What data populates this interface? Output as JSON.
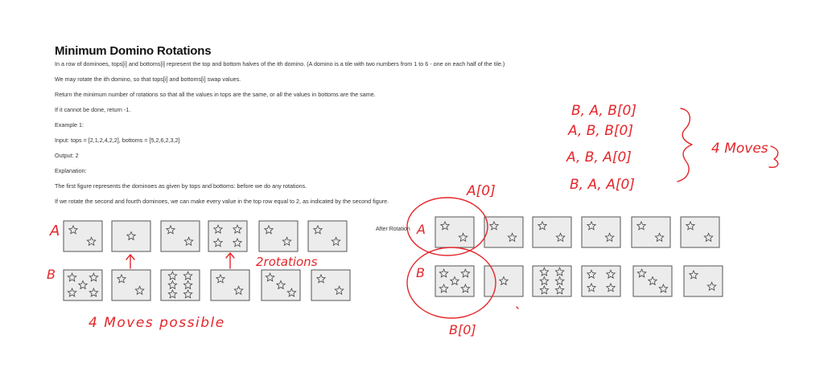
{
  "problem": {
    "title": "Minimum Domino Rotations",
    "para1": "In a row of dominoes, tops[i] and bottoms[i] represent the top and bottom halves of the ith domino. (A domino is a tile with two numbers from 1 to 6 - one on each half of the tile.)",
    "para2": "We may rotate the ith domino, so that tops[i] and bottoms[i] swap values.",
    "para3": "Return the minimum number of rotations so that all the values in tops are the same, or all the values in bottoms are the same.",
    "para4": "If it cannot be done, return -1.",
    "example_heading": "Example 1:",
    "input": "Input: tops = [2,1,2,4,2,2], bottoms = [5,2,6,2,3,2]",
    "output": "Output: 2",
    "explanation_heading": "Explanation:",
    "explanation1": "The first figure represents the dominoes as given by tops and bottoms: before we do any rotations.",
    "explanation2": "If we rotate the second and fourth dominoes, we can make every value in the top row equal to 2, as indicated by the second figure."
  },
  "figure": {
    "after_rotation_label": "After Rotation",
    "before": {
      "tops": [
        2,
        1,
        2,
        4,
        2,
        2
      ],
      "bottoms": [
        5,
        2,
        6,
        2,
        3,
        2
      ]
    },
    "after": {
      "tops": [
        2,
        2,
        2,
        2,
        2,
        2
      ],
      "bottoms": [
        5,
        1,
        6,
        4,
        3,
        2
      ]
    }
  },
  "annotations": {
    "row_a": "A",
    "row_b": "B",
    "two_rotations": "2rotations",
    "four_moves_possible": "4 Moves possible",
    "a_index": "A[0]",
    "b_index": "B[0]",
    "combo1": "B, A, B[0]",
    "combo2": "A, B, B[0]",
    "combo3": "A, B, A[0]",
    "combo4": "B, A, A[0]",
    "four_moves": "4 Moves"
  }
}
